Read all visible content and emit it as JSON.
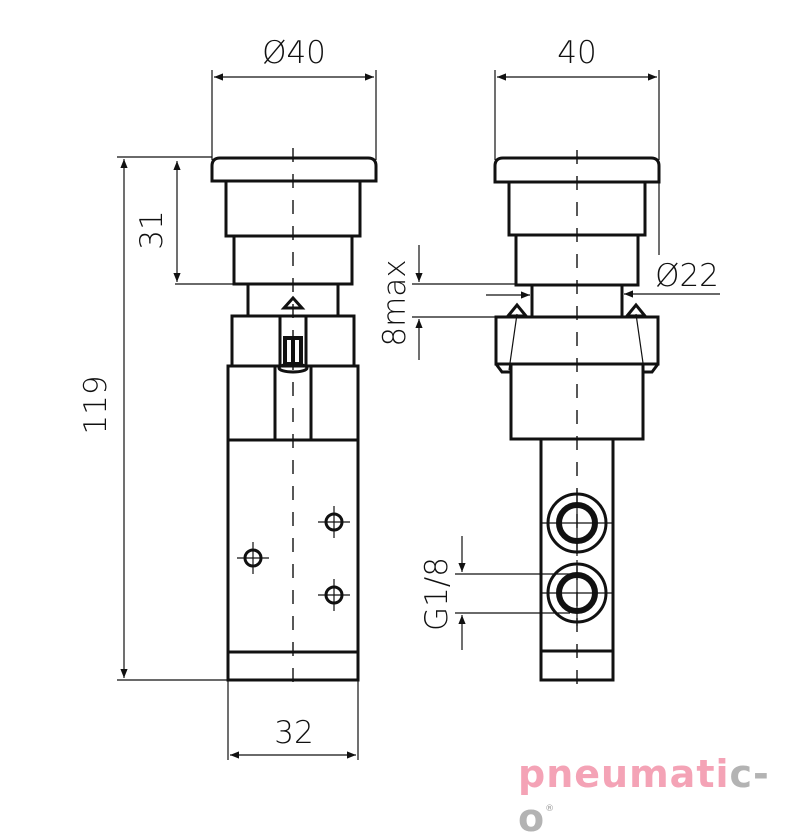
{
  "drawing": {
    "subject": "Mushroom push-button pneumatic valve",
    "views": [
      "front-view",
      "side-view"
    ],
    "dimensions": {
      "head_diameter": "Ø40",
      "head_width_side": "40",
      "head_height": "31",
      "overall_height": "119",
      "stroke": "8max",
      "mount_diameter": "Ø22",
      "port_thread": "G1/8",
      "body_width": "32"
    },
    "colors": {
      "line": "#111111",
      "background": "#ffffff",
      "logo_pink": "#f4a3b6",
      "logo_gray": "#b3b3b3"
    }
  },
  "logo": {
    "text_main": "pneumati",
    "text_tail": "c-o",
    "registered": "®"
  }
}
